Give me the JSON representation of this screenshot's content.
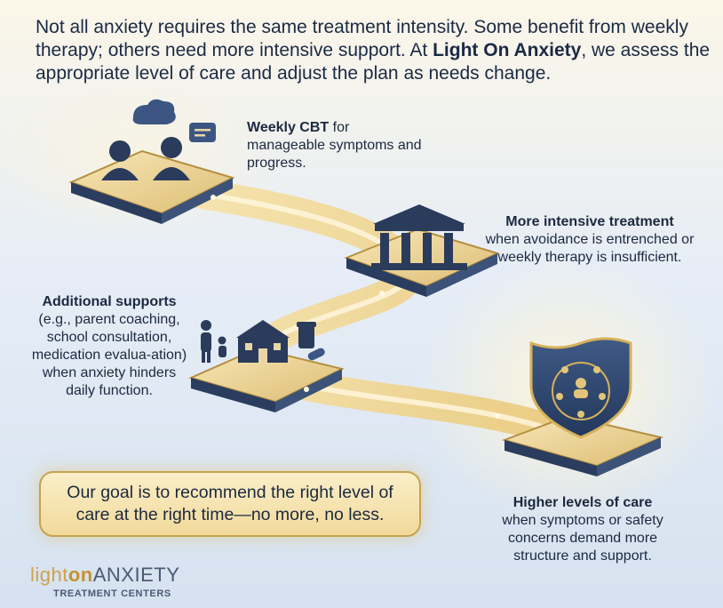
{
  "intro": {
    "part1": "Not all anxiety requires the same treatment intensity. Some benefit from weekly therapy; others need more intensive support. At ",
    "brand": "Light On Anxiety",
    "part2": ", we assess the appropriate level of care and adjust the plan as needs change."
  },
  "steps": [
    {
      "heading": "Weekly CBT",
      "text": " for manageable symptoms and progress.",
      "icon": "therapist-client-icon"
    },
    {
      "heading": "More intensive treatment",
      "text": "when avoidance is entrenched or weekly therapy is insufficient.",
      "icon": "building-columns-icon"
    },
    {
      "heading": "Additional supports",
      "text": "(e.g., parent coaching, school consultation, medication evalua-ation) when anxiety hinders daily function.",
      "icon": "family-school-medication-icon"
    },
    {
      "heading": "Higher levels of care",
      "text": "when symptoms or safety concerns demand more structure and support.",
      "icon": "shield-group-icon"
    }
  ],
  "goal": "Our goal is to recommend the right level of care at the right time—no more, no less.",
  "logo": {
    "word_light": "light",
    "word_on": "on",
    "word_anxiety": "ANXIETY",
    "subtitle": "TREATMENT CENTERS"
  },
  "colors": {
    "navy": "#1b2940",
    "gold": "#c9a04a",
    "sky": "#dfe9f4"
  }
}
